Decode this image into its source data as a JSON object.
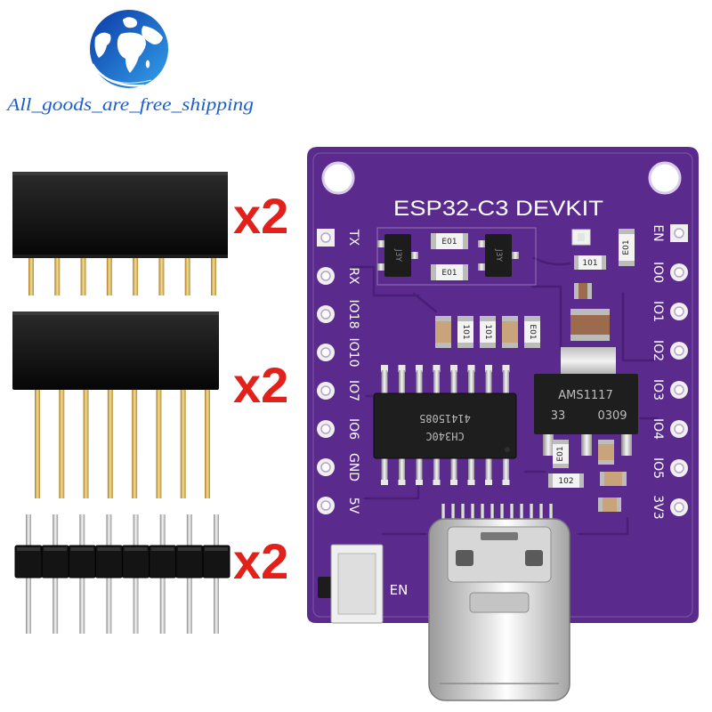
{
  "watermark": {
    "text": "All_goods_are_free_shipping",
    "icon": "globe-icon"
  },
  "accessories": {
    "female_header_short": {
      "quantity": "x2",
      "pin_count": 8
    },
    "female_header_long": {
      "quantity": "x2",
      "pin_count": 8
    },
    "male_header": {
      "quantity": "x2",
      "pin_count": 8
    }
  },
  "board": {
    "title": "ESP32-C3 DEVKIT",
    "left_pins": [
      "TX",
      "RX",
      "IO18",
      "IO10",
      "IO7",
      "IO6",
      "GND",
      "5V"
    ],
    "right_pins": [
      "EN",
      "IO0",
      "IO1",
      "IO2",
      "IO3",
      "IO4",
      "IO5",
      "3V3"
    ],
    "button_label": "EN",
    "usb_serial_chip": {
      "model": "CH340C",
      "code": "41415085"
    },
    "regulator": {
      "model": "AMS1117",
      "voltage": "33",
      "code": "0309"
    },
    "transistor_marking": "J3Y",
    "resistor_markings": [
      "E01",
      "E01",
      "101",
      "E01",
      "101",
      "101",
      "E01",
      "E01",
      "102"
    ]
  },
  "colors": {
    "pcb": "#5a2a8c",
    "silkscreen": "#ffffff",
    "quantity_text": "#e3211b",
    "watermark_text": "#1b5fcf"
  }
}
